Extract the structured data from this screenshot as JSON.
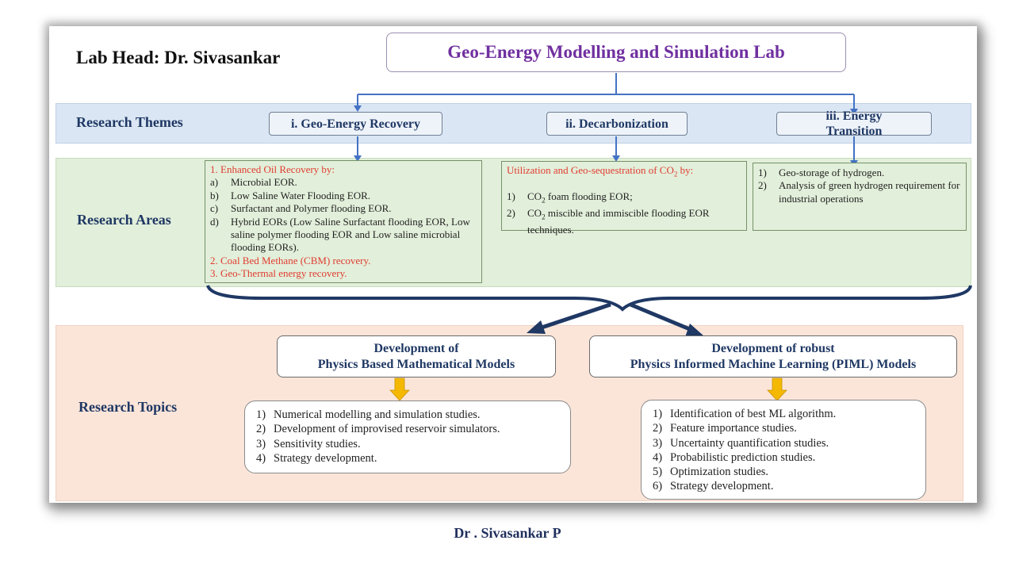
{
  "lab_head": "Lab Head: Dr. Sivasankar",
  "lab_title": "Geo-Energy Modelling and Simulation Lab",
  "row_labels": {
    "themes": "Research Themes",
    "areas": "Research Areas",
    "topics": "Research Topics"
  },
  "themes": {
    "recovery": "i. Geo-Energy Recovery",
    "decarbonization": "ii. Decarbonization",
    "transition": "iii. Energy Transition"
  },
  "areas": {
    "recovery": {
      "heading": "1. Enhanced Oil Recovery by:",
      "items": [
        {
          "marker": "a)",
          "text": "Microbial EOR."
        },
        {
          "marker": "b)",
          "text": "Low Saline Water Flooding EOR."
        },
        {
          "marker": "c)",
          "text": "Surfactant and Polymer flooding EOR."
        },
        {
          "marker": "d)",
          "text": "Hybrid EORs (Low Saline Surfactant flooding EOR, Low saline polymer flooding EOR and Low saline microbial flooding EORs)."
        }
      ],
      "item2": "2. Coal Bed Methane (CBM) recovery.",
      "item3": "3. Geo-Thermal energy recovery."
    },
    "decarbonization": {
      "heading_pre": "Utilization and Geo-sequestration of CO",
      "heading_sub": "2",
      "heading_post": " by:",
      "item1_marker": "1)",
      "item1_pre": "CO",
      "item1_sub": "2",
      "item1_post": " foam flooding EOR;",
      "item2_marker": "2)",
      "item2_pre": "CO",
      "item2_sub": "2",
      "item2_post": " miscible and immiscible flooding EOR techniques."
    },
    "transition": {
      "items": [
        {
          "marker": "1)",
          "text": "Geo-storage of hydrogen."
        },
        {
          "marker": "2)",
          "text": "Analysis of green hydrogen requirement for industrial operations"
        }
      ]
    }
  },
  "topics": {
    "physics": {
      "title_line1": "Development of",
      "title_line2": "Physics Based Mathematical Models",
      "items": [
        {
          "marker": "1)",
          "text": "Numerical modelling  and simulation studies."
        },
        {
          "marker": "2)",
          "text": "Development of improvised reservoir simulators."
        },
        {
          "marker": "3)",
          "text": "Sensitivity studies."
        },
        {
          "marker": "4)",
          "text": "Strategy development."
        }
      ]
    },
    "piml": {
      "title_line1": "Development of robust",
      "title_line2": "Physics Informed Machine Learning (PIML) Models",
      "items": [
        {
          "marker": "1)",
          "text": "Identification of best ML algorithm."
        },
        {
          "marker": "2)",
          "text": "Feature importance studies."
        },
        {
          "marker": "3)",
          "text": "Uncertainty quantification studies."
        },
        {
          "marker": "4)",
          "text": "Probabilistic prediction studies."
        },
        {
          "marker": "5)",
          "text": "Optimization studies."
        },
        {
          "marker": "6)",
          "text": "Strategy development."
        }
      ]
    }
  },
  "footer": "Dr . Sivasankar P",
  "colors": {
    "title_purple": "#7030a0",
    "label_navy": "#1f3864",
    "area_red": "#e03c31",
    "connector_blue": "#4472c4",
    "brace_navy": "#1f3864",
    "arrow_gold": "#f5b800"
  }
}
